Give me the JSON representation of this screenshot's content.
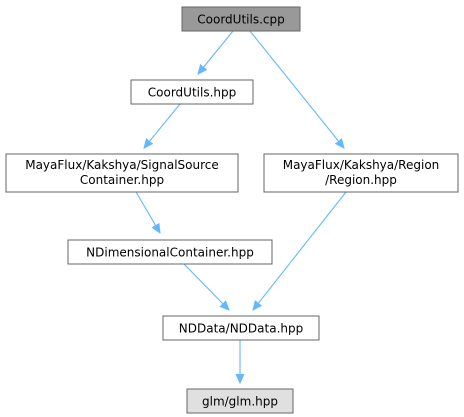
{
  "colors": {
    "edge": "#63b8ff",
    "node_border": "#666666",
    "root_fill": "#999999",
    "external_fill": "#e0e0e0",
    "node_fill": "#ffffff"
  },
  "nodes": {
    "coordutils_cpp": {
      "label": "CoordUtils.cpp",
      "style": "root"
    },
    "coordutils_hpp": {
      "label": "CoordUtils.hpp",
      "style": "normal"
    },
    "signal_source_container": {
      "line1": "MayaFlux/Kakshya/SignalSource",
      "line2": "Container.hpp",
      "style": "normal"
    },
    "region": {
      "line1": "MayaFlux/Kakshya/Region",
      "line2": "/Region.hpp",
      "style": "normal"
    },
    "ndimensional_container": {
      "label": "NDimensionalContainer.hpp",
      "style": "normal"
    },
    "nddata": {
      "label": "NDData/NDData.hpp",
      "style": "normal"
    },
    "glm": {
      "label": "glm/glm.hpp",
      "style": "external"
    }
  },
  "edges": [
    {
      "from": "coordutils_cpp",
      "to": "coordutils_hpp"
    },
    {
      "from": "coordutils_cpp",
      "to": "region"
    },
    {
      "from": "coordutils_hpp",
      "to": "signal_source_container"
    },
    {
      "from": "signal_source_container",
      "to": "ndimensional_container"
    },
    {
      "from": "ndimensional_container",
      "to": "nddata"
    },
    {
      "from": "region",
      "to": "nddata"
    },
    {
      "from": "nddata",
      "to": "glm"
    }
  ]
}
